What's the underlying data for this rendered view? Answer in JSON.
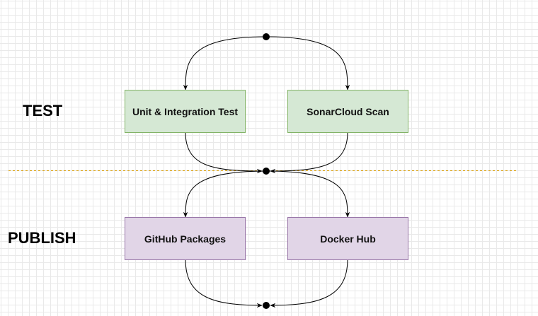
{
  "stages": {
    "test": "TEST",
    "publish": "PUBLISH"
  },
  "nodes": {
    "unit_integration_test": "Unit & Integration Test",
    "sonarcloud_scan": "SonarCloud Scan",
    "github_packages": "GitHub Packages",
    "docker_hub": "Docker Hub"
  },
  "colors": {
    "test_fill": "#d5e8d4",
    "test_stroke": "#82b366",
    "publish_fill": "#e1d5e7",
    "publish_stroke": "#9673a6",
    "separator": "#d79b00",
    "connector": "#000000"
  }
}
